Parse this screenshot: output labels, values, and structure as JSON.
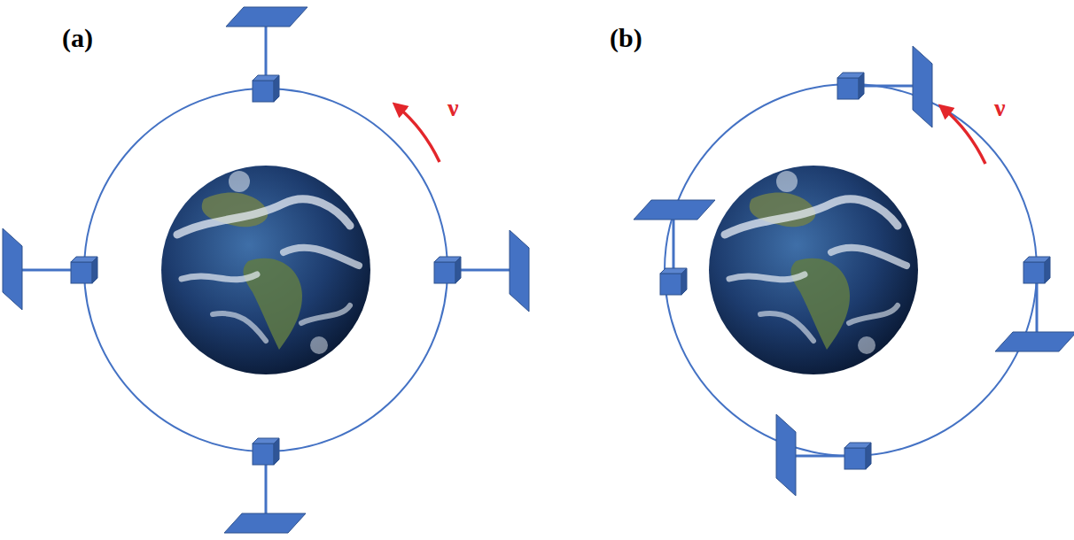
{
  "diagram": {
    "labels": [
      "(a)",
      "ν",
      "(b)",
      "ν"
    ]
  }
}
